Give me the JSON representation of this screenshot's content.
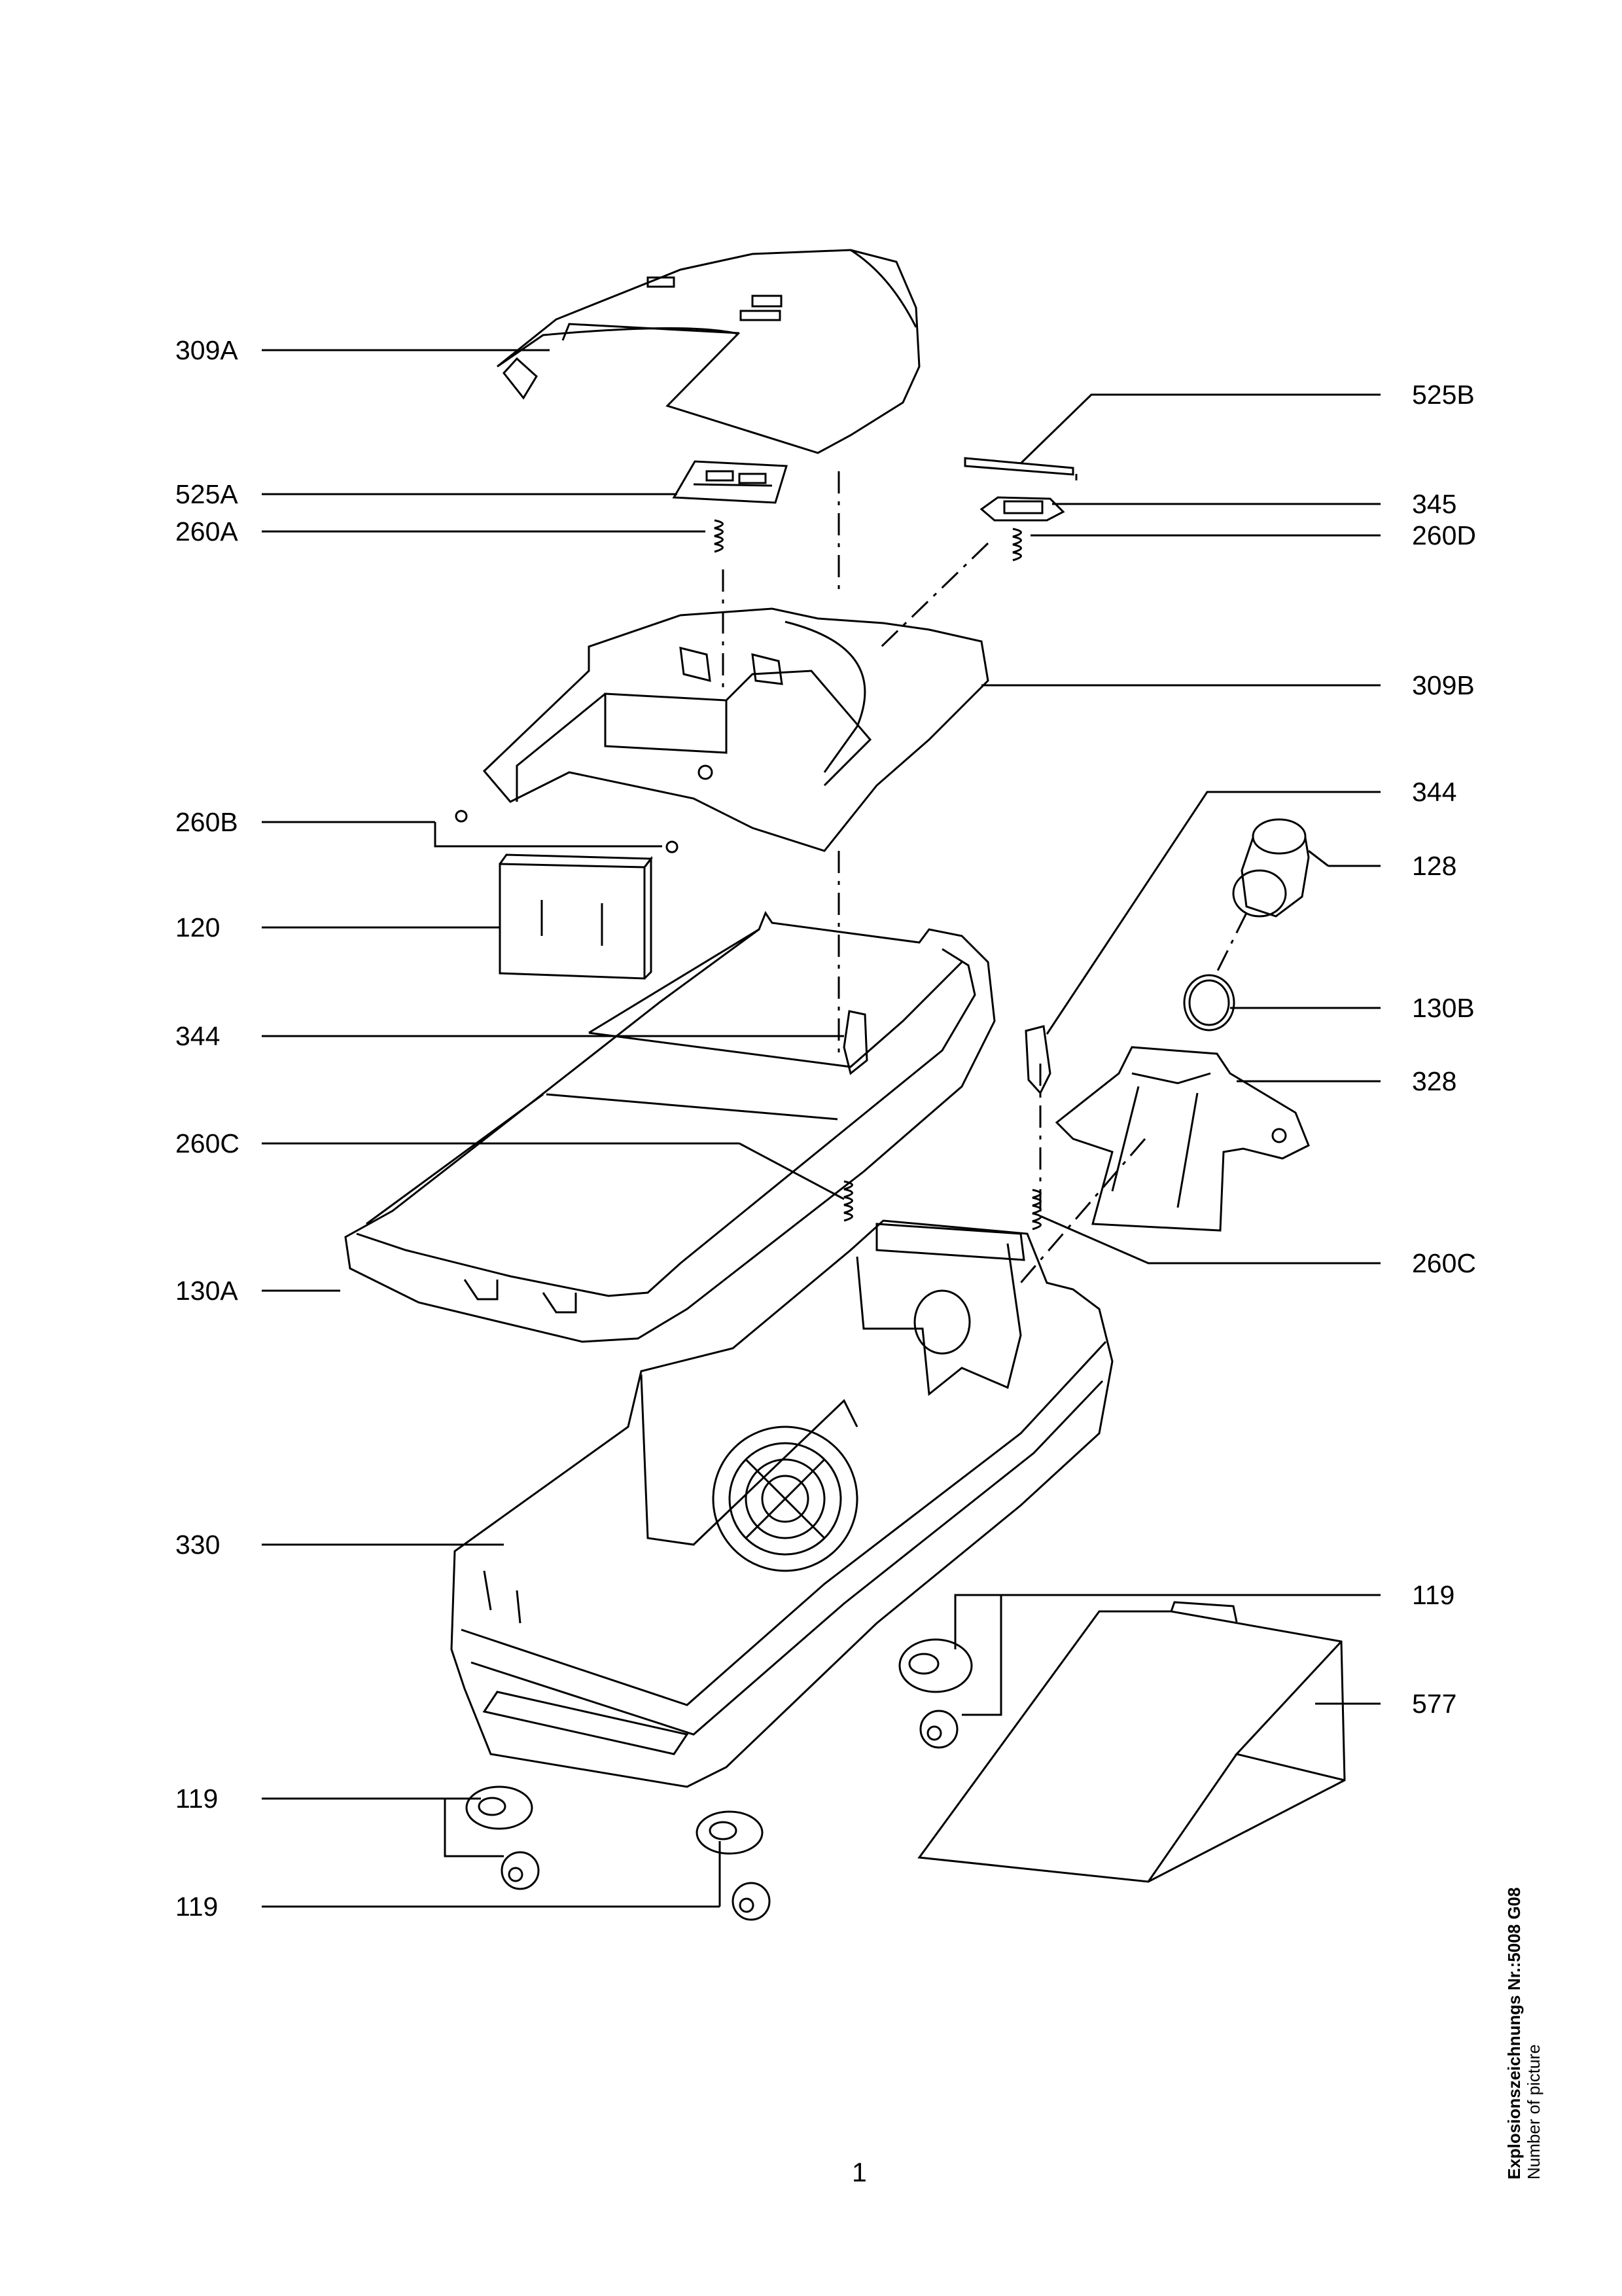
{
  "labels_left": [
    "309A",
    "525A",
    "260A",
    "260B",
    "120",
    "344",
    "260C",
    "130A",
    "330",
    "119",
    "119"
  ],
  "labels_right": [
    "525B",
    "345",
    "260D",
    "309B",
    "344",
    "128",
    "130B",
    "328",
    "260C",
    "119",
    "577"
  ],
  "page_number": "1",
  "side_note": {
    "line1": "Explosionszeichnungs Nr.:5008  G08",
    "line2": "Number of picture"
  }
}
